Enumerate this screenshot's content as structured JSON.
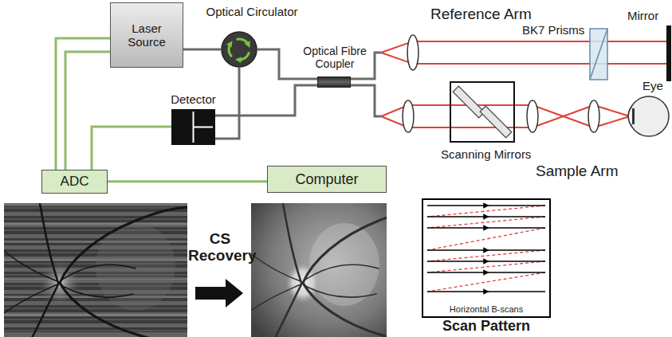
{
  "diagram": {
    "nodes": [
      {
        "text": [
          "Laser Source"
        ]
      },
      {
        "text": [
          "Optical Circulator"
        ]
      },
      {
        "text": [
          "Optical Fibre Coupler"
        ]
      },
      {
        "text": [
          "Detector"
        ]
      },
      {
        "text": [
          "ADC"
        ]
      },
      {
        "text": [
          "Computer"
        ]
      }
    ],
    "edges": [
      {
        "from": 0,
        "to": 1,
        "arrow": "none"
      },
      {
        "from": 1,
        "to": 2,
        "arrow": "none"
      },
      {
        "from": 1,
        "to": 3,
        "arrow": "none"
      },
      {
        "from": 2,
        "to": 3,
        "arrow": "none"
      },
      {
        "from": 4,
        "to": 0,
        "arrow": "none"
      },
      {
        "from": 4,
        "to": 0,
        "arrow": "none"
      },
      {
        "from": 4,
        "to": 3,
        "arrow": "none"
      },
      {
        "from": 4,
        "to": 5,
        "arrow": "none"
      }
    ],
    "labels": [
      "Reference Arm",
      "BK7 Prisms",
      "Mirror",
      "Scanning Mirrors",
      "Sample Arm",
      "Eye",
      "CS Recovery",
      "Horizontal B-scans",
      "Scan Pattern"
    ]
  }
}
